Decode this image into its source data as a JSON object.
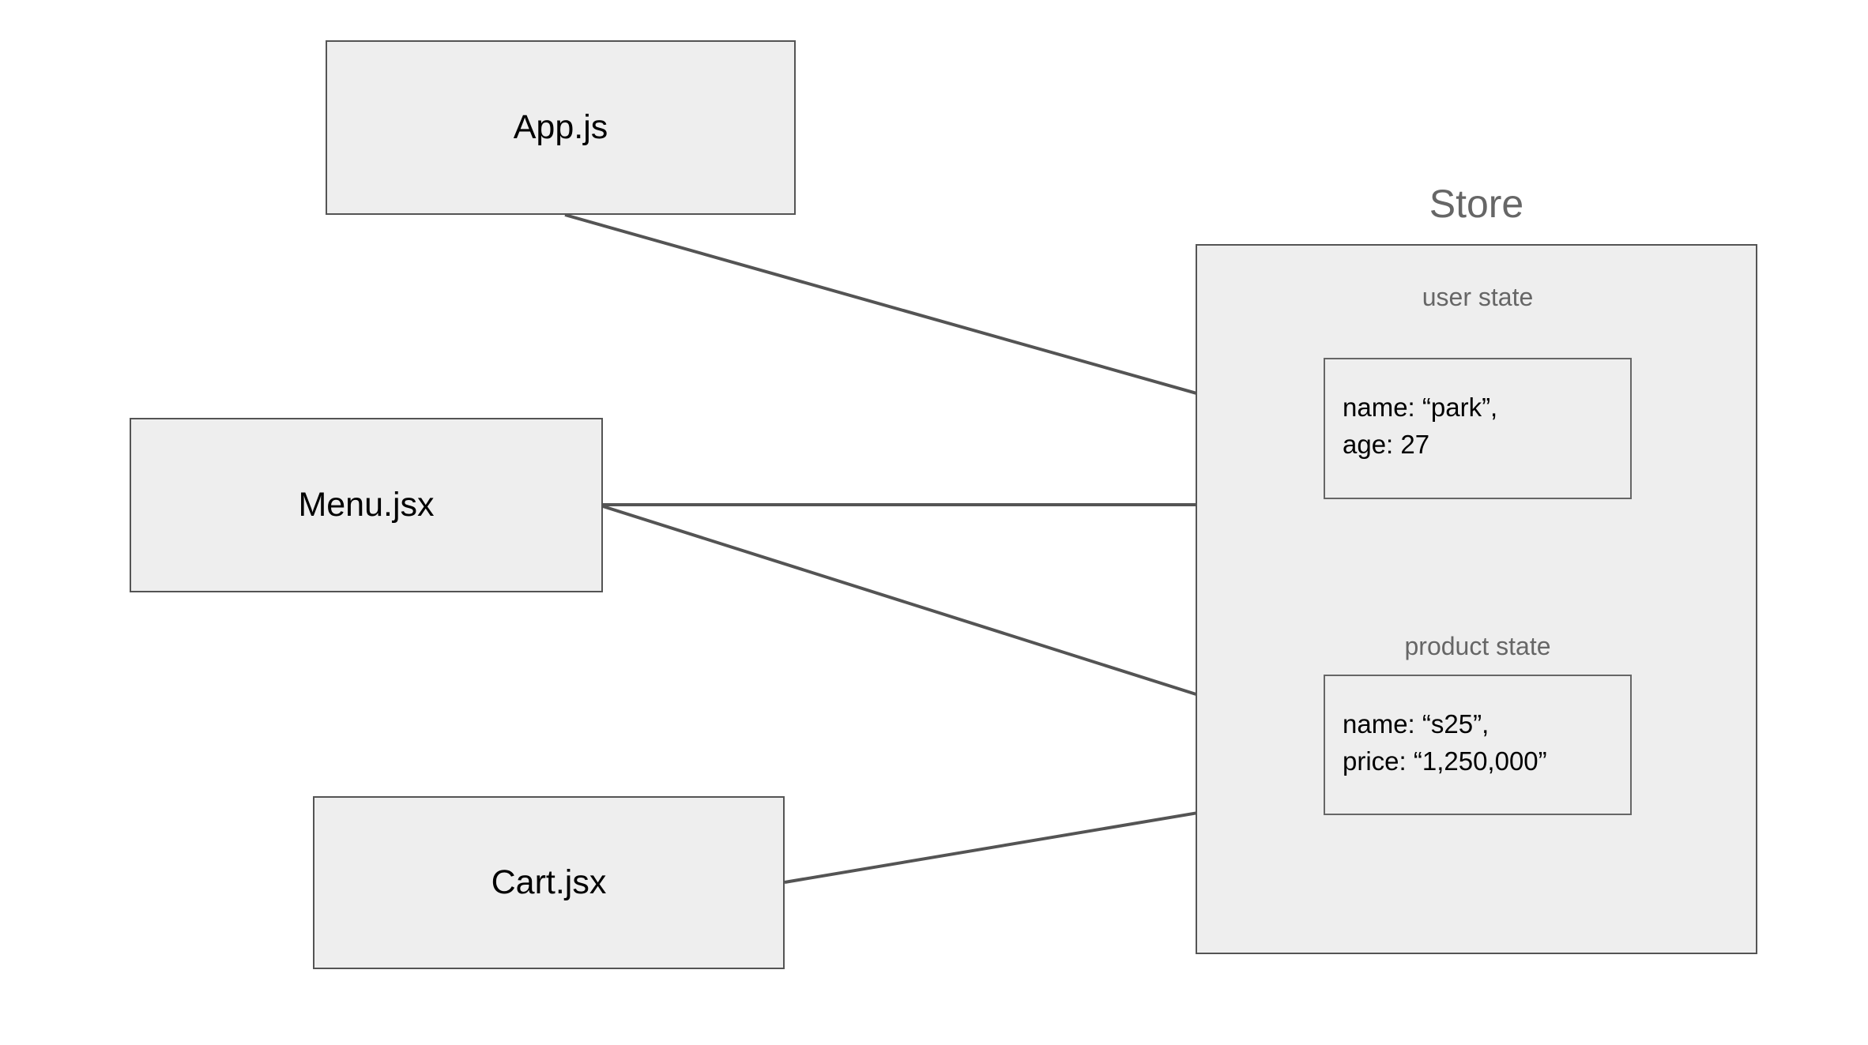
{
  "diagram": {
    "title_text": "Store",
    "background": "#ffffff",
    "node_fill": "#eeeeee",
    "node_stroke": "#545454",
    "edge_stroke": "#545454",
    "caption_color": "#666666",
    "text_color": "#000000"
  },
  "components": [
    {
      "id": "app",
      "label": "App.js"
    },
    {
      "id": "menu",
      "label": "Menu.jsx"
    },
    {
      "id": "cart",
      "label": "Cart.jsx"
    }
  ],
  "store": {
    "title": "Store",
    "states": [
      {
        "id": "user",
        "caption": "user state",
        "lines": [
          "name: “park”,",
          "age: 27"
        ],
        "body": "name: “park”,\nage: 27"
      },
      {
        "id": "product",
        "caption": "product state",
        "lines": [
          "name: “s25”,",
          "price: “1,250,000”"
        ],
        "body": "name: “s25”,\nprice: “1,250,000”"
      }
    ]
  },
  "edges": [
    {
      "id": "app-to-user",
      "from": "App.js",
      "to": "user state"
    },
    {
      "id": "menu-to-user",
      "from": "Menu.jsx",
      "to": "user state"
    },
    {
      "id": "menu-to-product",
      "from": "Menu.jsx",
      "to": "product state"
    },
    {
      "id": "cart-to-product",
      "from": "Cart.jsx",
      "to": "product state"
    }
  ]
}
